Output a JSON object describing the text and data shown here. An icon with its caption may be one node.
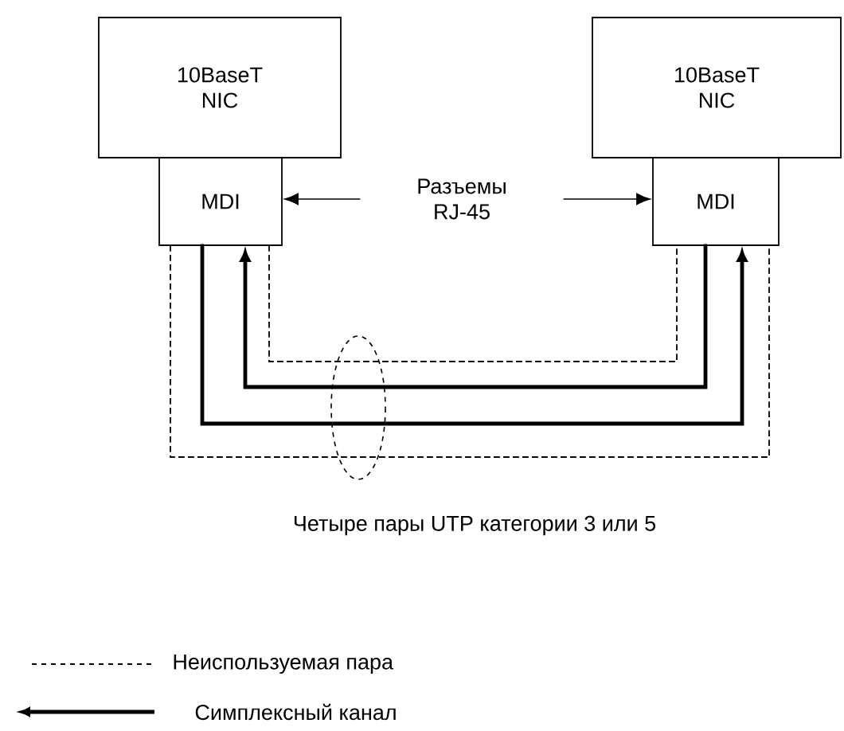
{
  "diagram": {
    "nodes": [
      {
        "text": [
          "10BaseT NIC"
        ]
      },
      {
        "text": [
          "MDI"
        ]
      },
      {
        "text": [
          "10BaseT NIC"
        ]
      },
      {
        "text": [
          "MDI"
        ]
      },
      {
        "text": [
          "Разъемы RJ-45"
        ]
      }
    ],
    "edges": [
      {
        "from": 4,
        "to": 1,
        "arrow": "to"
      },
      {
        "from": 4,
        "to": 3,
        "arrow": "to"
      },
      {
        "from": 1,
        "to": 3,
        "arrow": "none",
        "style": "dashed"
      },
      {
        "from": 1,
        "to": 3,
        "arrow": "to",
        "style": "thick"
      },
      {
        "from": 3,
        "to": 1,
        "arrow": "to",
        "style": "thick"
      },
      {
        "from": 1,
        "to": 3,
        "arrow": "none",
        "style": "dashed"
      }
    ],
    "labels": [
      "Четыре пары UTP категории 3 или 5"
    ],
    "legend": [
      {
        "text": "Неиспользуемая пара"
      },
      {
        "text": "Симплексный канал"
      }
    ]
  }
}
